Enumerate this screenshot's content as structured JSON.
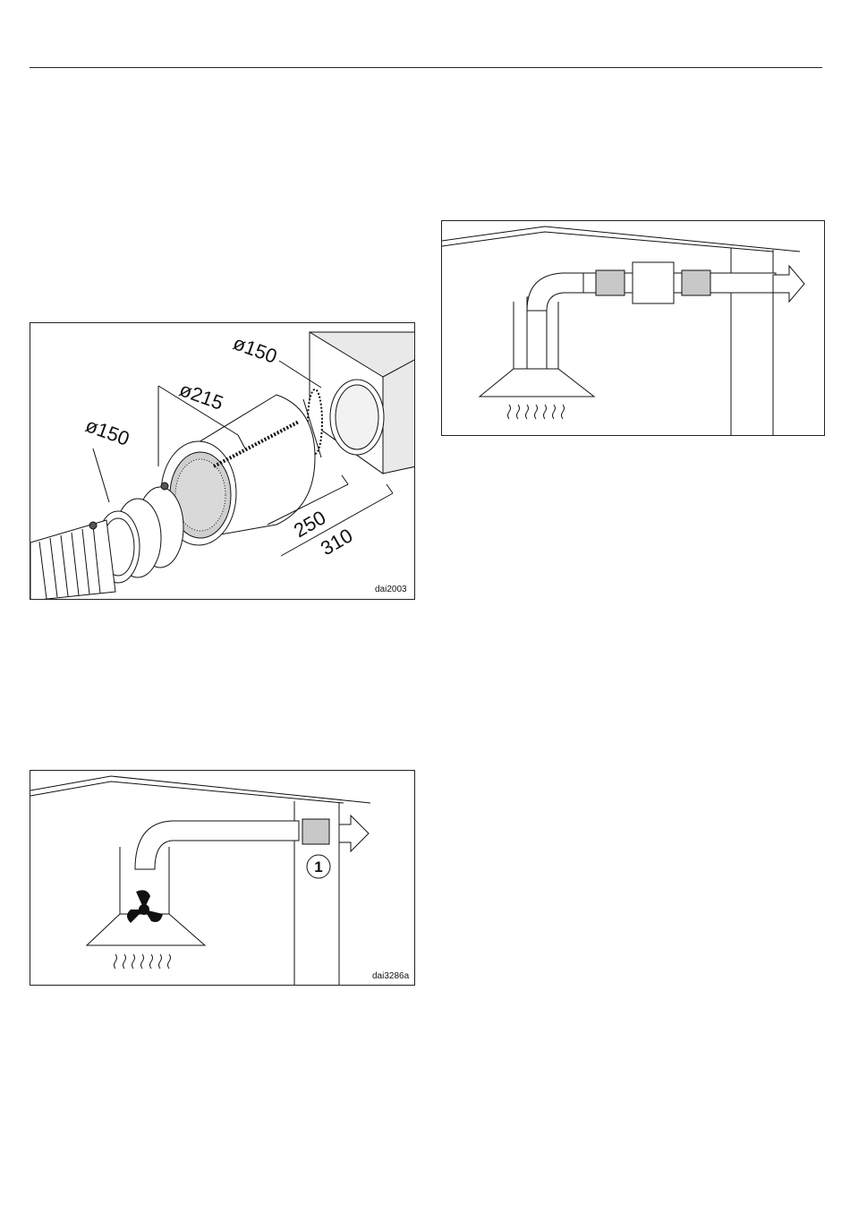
{
  "figures": {
    "filter_assembly": {
      "code": "dai2003",
      "dimensions": {
        "left_pipe_diameter": "ø150",
        "right_pipe_diameter": "ø150",
        "body_diameter": "ø215",
        "inner_length": "250",
        "outer_length": "310"
      }
    },
    "hood_with_inline_filter": {
      "code": ""
    },
    "hood_with_fan_and_filter": {
      "code": "dai3286a",
      "callout": "1"
    }
  },
  "colors": {
    "line": "#111111",
    "filter_fill": "#c8c8c8",
    "background": "#ffffff"
  }
}
